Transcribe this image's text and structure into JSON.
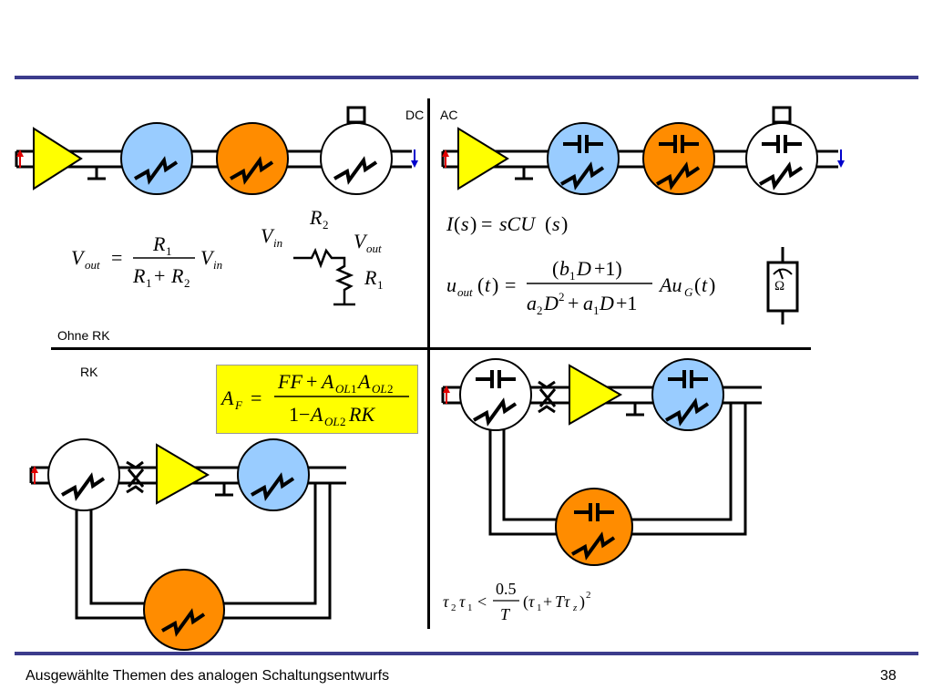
{
  "colors": {
    "rule": "#3c3c8c",
    "amp": "#ffff00",
    "blue": "#99ccff",
    "orange": "#ff8c00",
    "white": "#ffffff",
    "highlight": "#ffff00"
  },
  "labels": {
    "dc": "DC",
    "ac": "AC",
    "ohne_rk": "Ohne RK",
    "rk": "RK"
  },
  "equations": {
    "divider": "V_out = R1 / (R1 + R2) · V_in",
    "divider_r2": "R2",
    "divider_vin": "Vin",
    "divider_vout": "Vout",
    "divider_r1": "R1",
    "current": "I(s) = sCU(s)",
    "uout": "u_out(t) = (b1 D + 1) / (a2 D^2 + a1 D + 1) · A u_G(t)",
    "feedback": "A_F = (FF + A_OL1 A_OL2) / (1 − A_OL2 RK)",
    "tau": "τ2 τ1 < 0.5/T (τ1 + T τz)^2"
  },
  "meter_symbol": "Ω",
  "footer": {
    "title": "Ausgewählte Themen des analogen Schaltungsentwurfs",
    "page": "38"
  }
}
